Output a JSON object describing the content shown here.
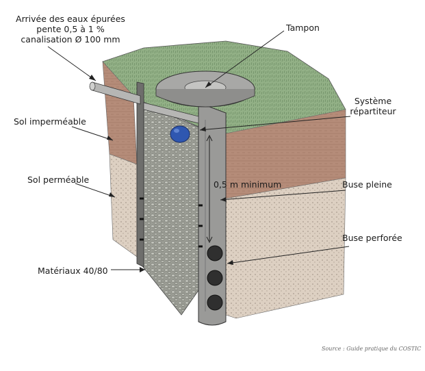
{
  "labels": {
    "arrivee_line1": "Arrivée des eaux épurées",
    "arrivee_line2": "pente 0,5 à 1 %",
    "arrivee_line3": "canalisation Ø 100 mm",
    "tampon": "Tampon",
    "systeme_line1": "Système",
    "systeme_line2": "répartiteur",
    "sol_impermeable": "Sol imperméable",
    "sol_permeable": "Sol perméable",
    "minimum": "0,5 m minimum",
    "buse_pleine": "Buse pleine",
    "buse_perforee": "Buse perforée",
    "materiaux": "Matériaux 40/80"
  },
  "source": "Source : Guide pratique du COSTIC",
  "colors": {
    "grass": "#8fae84",
    "clay": "#b48b78",
    "permeable_soil": "#d9cbbd",
    "gravel": "#8f9389",
    "concrete": "#8c8c8a",
    "distributor_ball": "#2f57b0"
  }
}
